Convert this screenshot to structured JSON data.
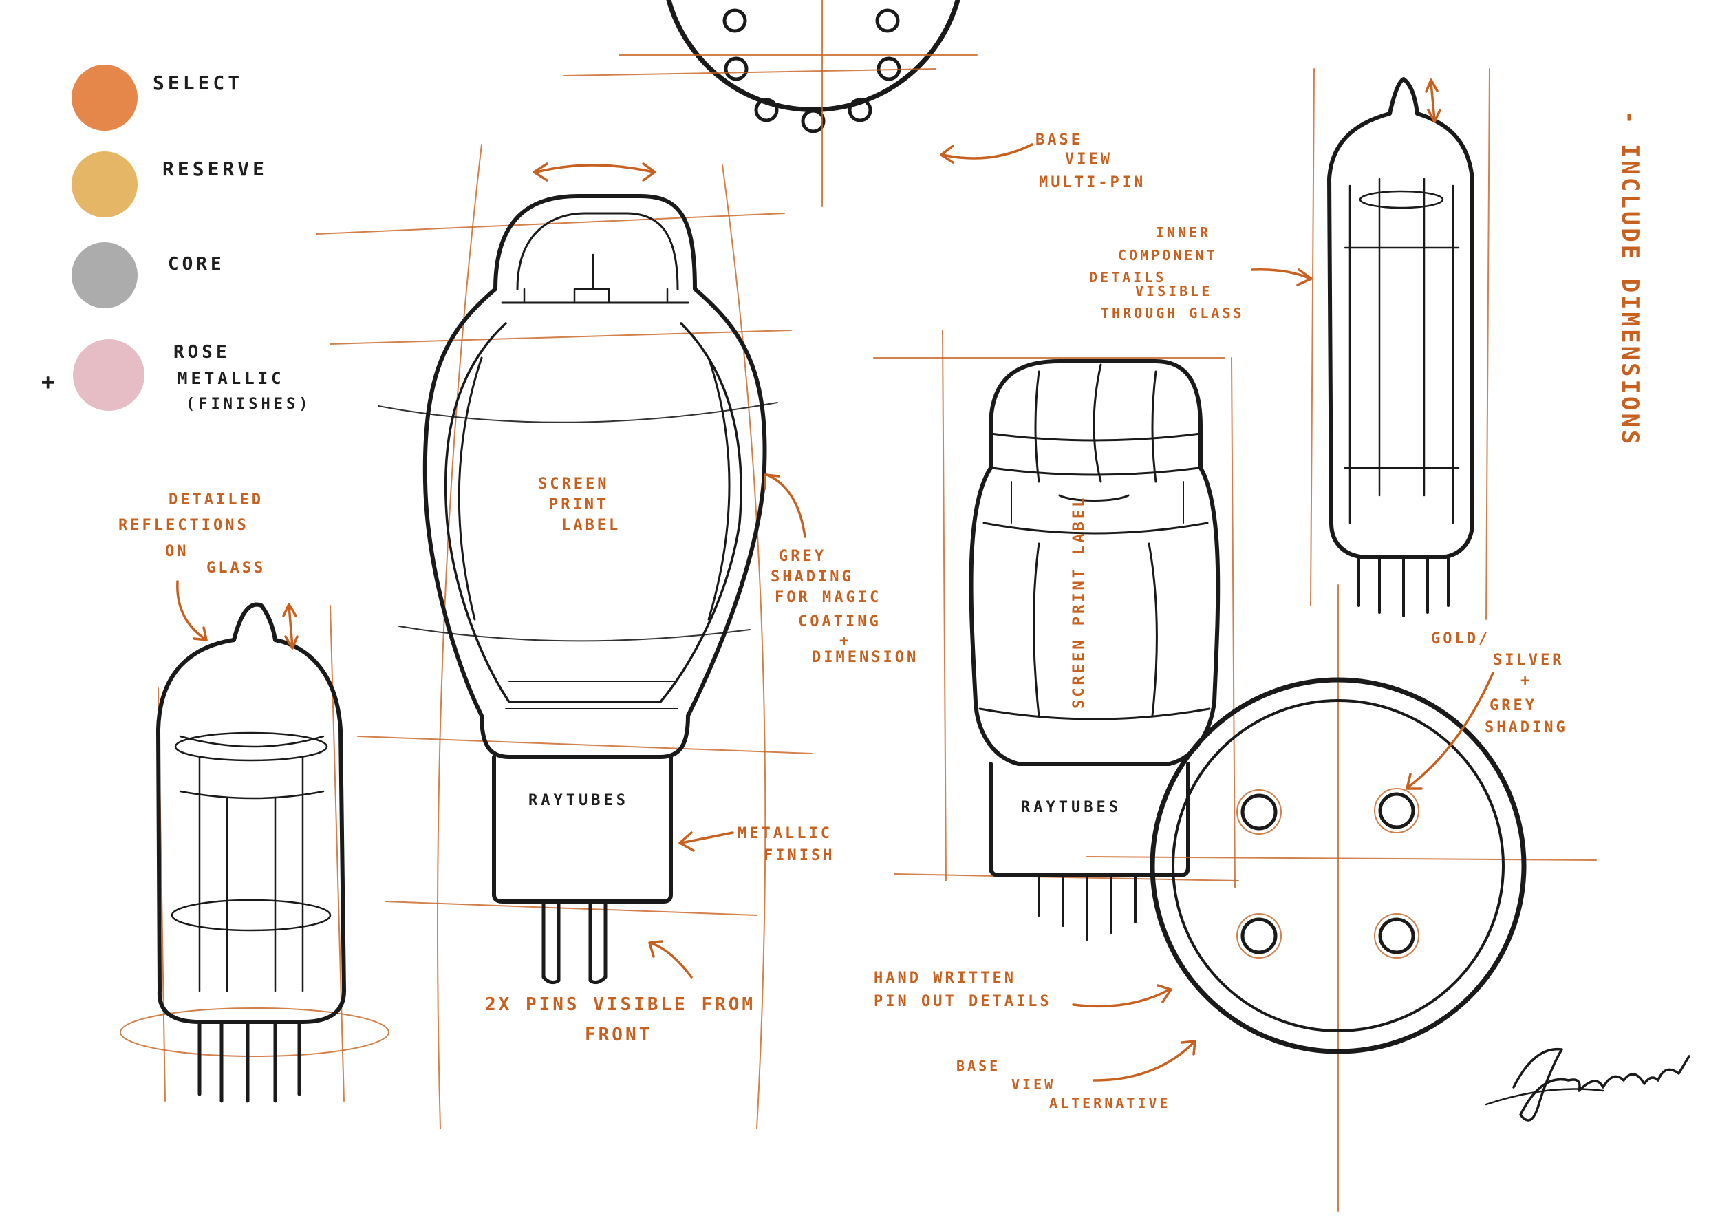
{
  "legend": {
    "items": [
      {
        "label": "SELECT",
        "color": "#e0722a"
      },
      {
        "label": "RESERVE",
        "color": "#e1a94a"
      },
      {
        "label": "CORE",
        "color": "#9e9e9e"
      },
      {
        "label": "ROSE",
        "color": "#e2b0bb"
      }
    ],
    "plus": "+",
    "rose_lines": [
      "METALLIC",
      "(FINISHES)"
    ]
  },
  "notes": {
    "reflections": [
      "DETAILED",
      "REFLECTIONS",
      "ON",
      "GLASS"
    ],
    "screen_print_1": [
      "SCREEN",
      "PRINT",
      "LABEL"
    ],
    "grey_shading": [
      "GREY",
      "SHADING",
      "FOR MAGIC",
      "COATING",
      "+",
      "DIMENSION"
    ],
    "brand_1": "RAYTUBES",
    "metallic": [
      "METALLIC",
      "FINISH"
    ],
    "pins": [
      "2X PINS VISIBLE FROM",
      "FRONT"
    ],
    "base_view": [
      "BASE",
      "VIEW",
      "MULTI-PIN"
    ],
    "inner": [
      "INNER",
      "COMPONENT",
      "DETAILS",
      "VISIBLE",
      "THROUGH GLASS"
    ],
    "include": "- INCLUDE DIMENSIONS",
    "screen_print_2": "SCREEN PRINT LABEL",
    "brand_2": "RAYTUBES",
    "gold": [
      "GOLD/",
      "SILVER",
      "+",
      "GREY",
      "SHADING"
    ],
    "hand_written": [
      "HAND WRITTEN",
      "PIN OUT DETAILS"
    ],
    "base_alt": [
      "BASE",
      "VIEW",
      "ALTERNATIVE"
    ]
  },
  "colors": {
    "accent": "#c8611f",
    "ink": "#1a1a1a"
  }
}
